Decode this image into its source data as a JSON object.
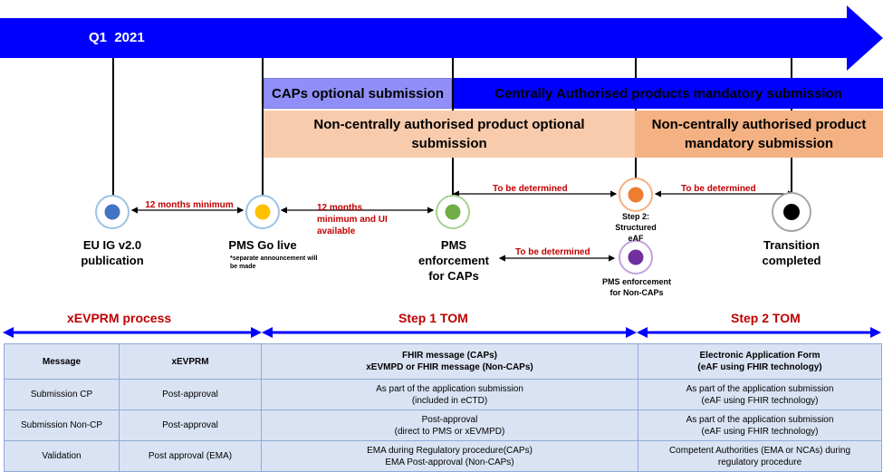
{
  "timeline": {
    "quarter_label": "Q1  2021"
  },
  "bands": {
    "caps_optional": "CAPs optional submission",
    "cap_mandatory": "Centrally Authorised products mandatory submission",
    "noncap_optional": "Non-centrally authorised product optional submission",
    "noncap_mandatory": "Non-centrally authorised product mandatory submission"
  },
  "milestones": {
    "eu_ig": "EU IG v2.0 publication",
    "pms_go_live": "PMS Go live",
    "pms_go_live_note": "*separate announcement will be made",
    "pms_caps": "PMS enforcement for CAPs",
    "step2": "Step 2: Structured eAF",
    "pms_noncaps": "PMS enforcement for Non-CAPs",
    "transition": "Transition completed"
  },
  "intervals": {
    "min12": "12 months minimum",
    "min12_ui": "12 months minimum and UI available",
    "tbd1": "To be determined",
    "tbd2": "To be determined",
    "tbd3": "To be determined"
  },
  "phases": {
    "xevprm": "xEVPRM process",
    "step1": "Step 1 TOM",
    "step2": "Step 2 TOM"
  },
  "colors": {
    "timeline_blue": "#0000ff",
    "caps_optional_bg": "#8f8ff7",
    "noncap_optional_bg": "#f8cbad",
    "noncap_mandatory_bg": "#f4b183",
    "table_bg": "#dae3f3",
    "label_red": "#c00000",
    "eu_ig_dot": "#4472c4",
    "go_live_dot": "#ffc000",
    "caps_dot": "#70ad47",
    "step2_dot": "#ed7d31",
    "noncaps_dot": "#7030a0",
    "transition_dot": "#000000"
  },
  "table": {
    "header": {
      "c1": "Message",
      "c2": "xEVPRM",
      "c3a": "FHIR message (CAPs)",
      "c3b": "xEVMPD or FHIR message (Non-CAPs)",
      "c4a": "Electronic Application Form",
      "c4b": "(eAF using FHIR technology)"
    },
    "rows": [
      {
        "c1": "Submission CP",
        "c2": "Post-approval",
        "c3a": "As part of the application submission",
        "c3b": "(included in eCTD)",
        "c4a": "As part of the application submission",
        "c4b": "(eAF using FHIR technology)"
      },
      {
        "c1": "Submission Non-CP",
        "c2": "Post-approval",
        "c3a": "Post-approval",
        "c3b": "(direct to PMS or xEVMPD)",
        "c4a": "As part of the application submission",
        "c4b": "(eAF using FHIR technology)"
      },
      {
        "c1": "Validation",
        "c2": "Post approval (EMA)",
        "c3a": "EMA during Regulatory procedure(CAPs)",
        "c3b": "EMA Post-approval (Non-CAPs)",
        "c4a": "Competent Authorities (EMA or NCAs) during",
        "c4b": "regulatory procedure"
      }
    ]
  }
}
